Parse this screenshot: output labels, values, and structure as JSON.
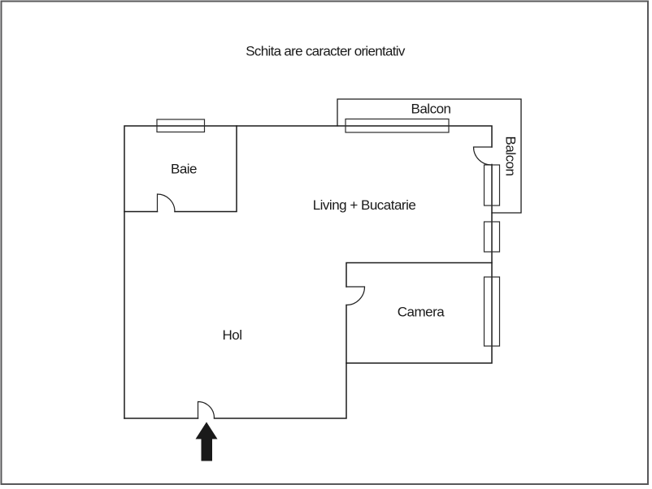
{
  "title": "Schita are caracter orientativ",
  "rooms": {
    "baie": "Baie",
    "living": "Living + Bucatarie",
    "hol": "Hol",
    "camera": "Camera"
  },
  "balconies": {
    "top": "Balcon",
    "side": "Balcon"
  },
  "icons": {
    "entrance_arrow": "up-arrow"
  },
  "colors": {
    "background": "#ffffff",
    "frame": "#58585a",
    "wall": "#1c1c1c",
    "balcony": "#1c1c1c",
    "window": "#2b2b2b",
    "door": "#222222",
    "arrow": "#1a1a1a",
    "text": "#1a1a1a"
  }
}
